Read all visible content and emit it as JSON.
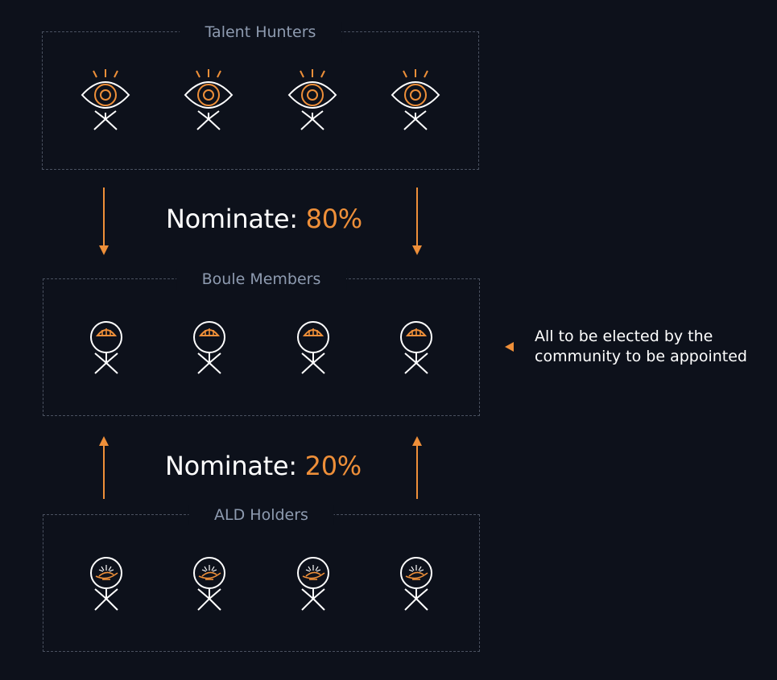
{
  "groups": {
    "talent_hunters": {
      "title": "Talent Hunters",
      "count": 4
    },
    "boule_members": {
      "title": "Boule Members",
      "count": 4
    },
    "ald_holders": {
      "title": "ALD Holders",
      "count": 4
    }
  },
  "flows": {
    "top": {
      "label": "Nominate:",
      "value": "80%"
    },
    "bottom": {
      "label": "Nominate:",
      "value": "20%"
    }
  },
  "note": {
    "text": "All to be elected by the community to be appointed"
  },
  "colors": {
    "background": "#0d111b",
    "accent": "#ee8f39",
    "figure": "#ffffff",
    "title": "#8e9bb0",
    "dashed_border": "#4a5160"
  }
}
